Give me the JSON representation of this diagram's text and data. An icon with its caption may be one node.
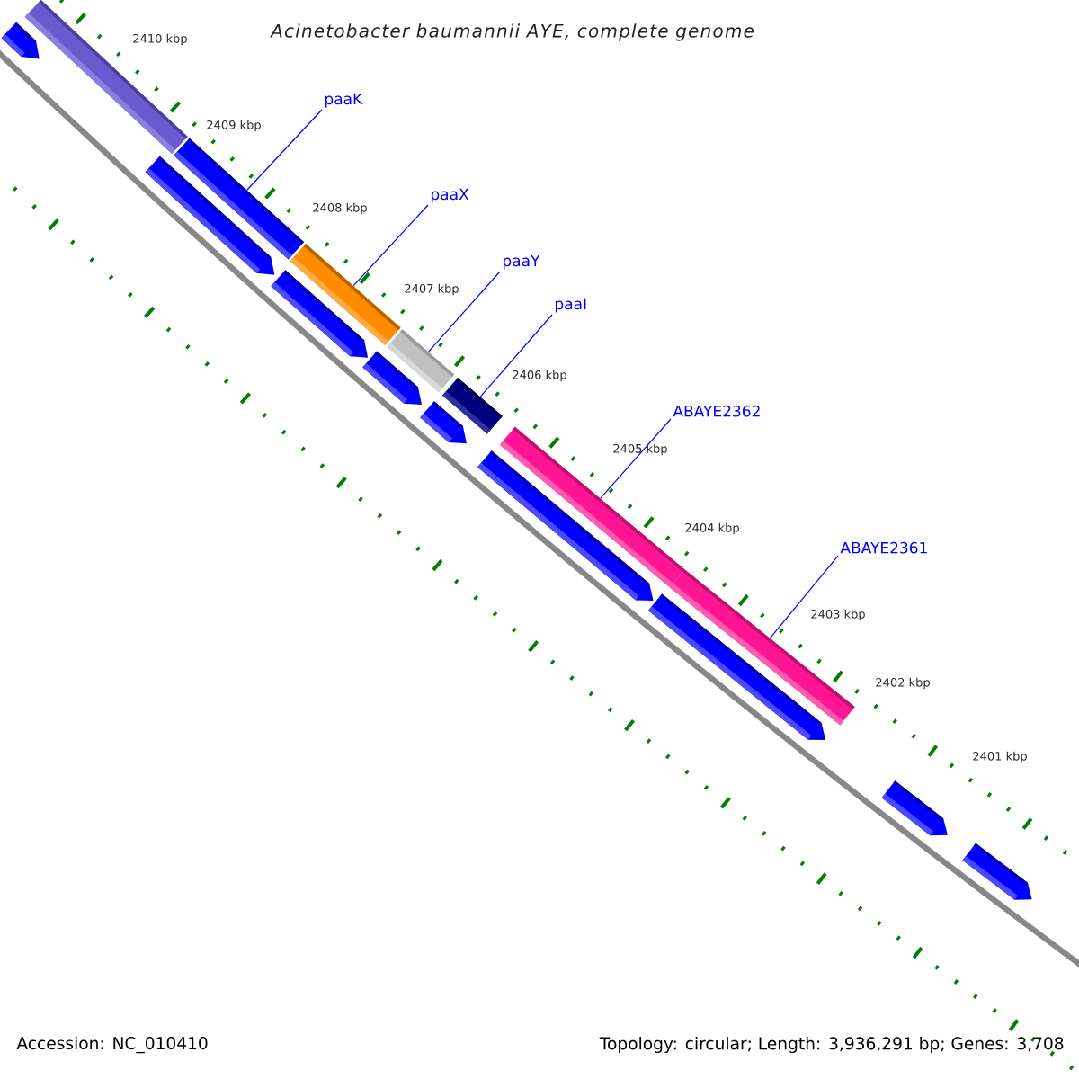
{
  "diagram": {
    "title": "Acinetobacter baumannii AYE, complete genome",
    "nodes": [
      {
        "text": [
          "paaK"
        ]
      },
      {
        "text": [
          "paaX"
        ]
      },
      {
        "text": [
          "paaY"
        ]
      },
      {
        "text": [
          "paaI"
        ]
      },
      {
        "text": [
          "ABAYE2362"
        ]
      },
      {
        "text": [
          "ABAYE2361"
        ]
      },
      {
        "text": [],
        "shape": "bar"
      },
      {
        "text": [],
        "shape": "bar"
      },
      {
        "text": [],
        "shape": "bar"
      },
      {
        "text": [],
        "shape": "bar"
      },
      {
        "text": [],
        "shape": "bar"
      },
      {
        "text": [],
        "shape": "bar"
      },
      {
        "text": [],
        "shape": "bar"
      },
      {
        "text": [],
        "shape": "pentagon"
      },
      {
        "text": [],
        "shape": "pentagon"
      },
      {
        "text": [],
        "shape": "pentagon"
      },
      {
        "text": [],
        "shape": "pentagon"
      },
      {
        "text": [],
        "shape": "pentagon"
      },
      {
        "text": [],
        "shape": "pentagon"
      },
      {
        "text": [],
        "shape": "pentagon"
      },
      {
        "text": [],
        "shape": "pentagon"
      },
      {
        "text": [],
        "shape": "pentagon"
      }
    ],
    "edges": [
      {
        "from": 0,
        "to": 6,
        "arrow": "none"
      },
      {
        "from": 1,
        "to": 7,
        "arrow": "none"
      },
      {
        "from": 2,
        "to": 8,
        "arrow": "none"
      },
      {
        "from": 3,
        "to": 9,
        "arrow": "none"
      },
      {
        "from": 4,
        "to": 10,
        "arrow": "none"
      },
      {
        "from": 5,
        "to": 11,
        "arrow": "none"
      }
    ],
    "labels": [
      "2410 kbp",
      "2409 kbp",
      "2408 kbp",
      "2407 kbp",
      "2406 kbp",
      "2405 kbp",
      "2404 kbp",
      "2403 kbp",
      "2402 kbp",
      "2401 kbp",
      "Accession: NC_010410",
      "Topology: circular; Length: 3,936,291 bp; Genes: 3,708"
    ]
  }
}
